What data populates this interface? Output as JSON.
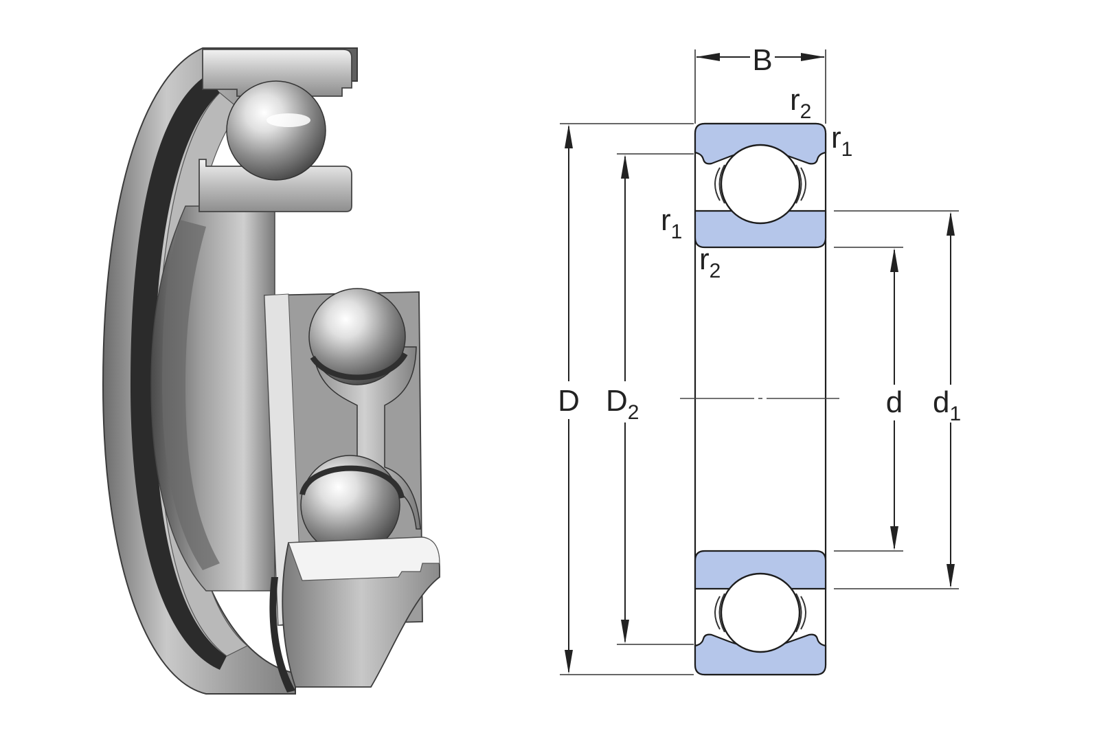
{
  "photo": {
    "subject": "deep groove ball bearing cutaway",
    "palette": {
      "steel_light": "#e8e8e8",
      "steel_mid": "#a9a9a9",
      "steel_dark": "#5a5a5a",
      "seal": "#2b2b2b"
    }
  },
  "drawing": {
    "colors": {
      "ring_fill": "#b5c6ea",
      "line": "#1d1d1d"
    },
    "labels": {
      "B": "B",
      "r2_top": {
        "base": "r",
        "sub": "2"
      },
      "r1_top": {
        "base": "r",
        "sub": "1"
      },
      "r1_left": {
        "base": "r",
        "sub": "1"
      },
      "r2_left": {
        "base": "r",
        "sub": "2"
      },
      "D": "D",
      "D2": {
        "base": "D",
        "sub": "2"
      },
      "d": "d",
      "d1": {
        "base": "d",
        "sub": "1"
      }
    }
  }
}
